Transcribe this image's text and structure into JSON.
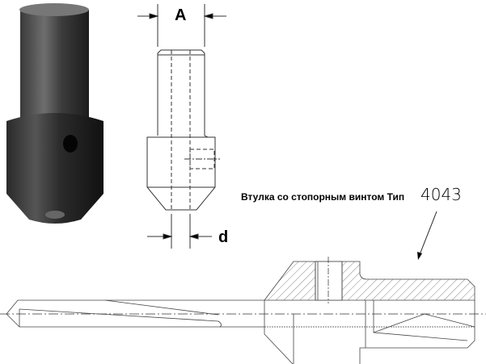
{
  "drawing": {
    "dimension_a_label": "A",
    "dimension_d_label": "d",
    "caption": "Втулка со стопорным винтом  Тип",
    "type_number": "4043"
  },
  "colors": {
    "line": "#333333",
    "photo_dark": "#2a2a2a",
    "photo_light": "#8a8a8a"
  }
}
